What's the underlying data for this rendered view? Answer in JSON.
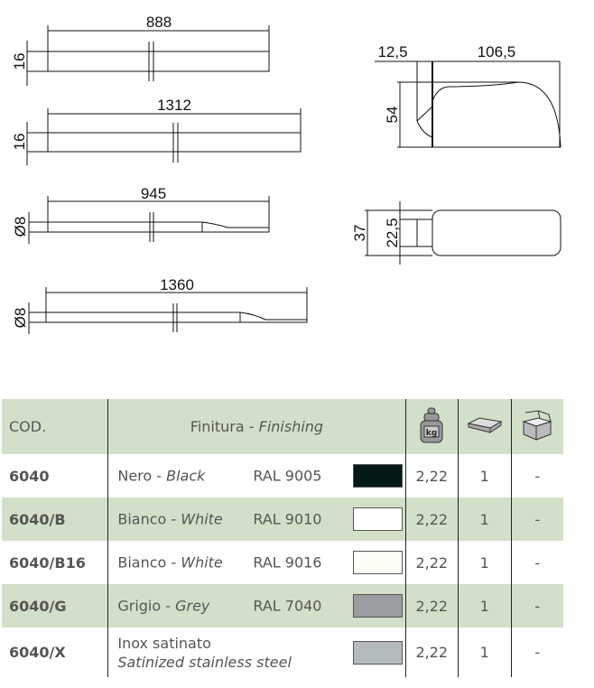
{
  "drawings": {
    "bar1": {
      "length": "888",
      "height": "16"
    },
    "bar2": {
      "length": "1312",
      "height": "16"
    },
    "bar3": {
      "length": "945",
      "diameter": "Ø8"
    },
    "bar4": {
      "length": "1360",
      "diameter": "Ø8"
    },
    "side": {
      "offset": "12,5",
      "length": "106,5",
      "height": "54"
    },
    "top": {
      "width": "37",
      "inner": "22,5"
    }
  },
  "table": {
    "headers": {
      "code": "COD.",
      "finish_it": "Finitura",
      "sep": " - ",
      "finish_en": "Finishing",
      "weight_icon": "kg",
      "pack_icon": "box-icon",
      "carton_icon": "open-box-icon"
    },
    "rows": [
      {
        "code": "6040",
        "it": "Nero",
        "en": "Black",
        "ral": "RAL 9005",
        "color": "#041818",
        "weight": "2,22",
        "pack": "1",
        "carton": "-"
      },
      {
        "code": "6040/B",
        "it": "Bianco",
        "en": "White",
        "ral": "RAL 9010",
        "color": "#ffffff",
        "weight": "2,22",
        "pack": "1",
        "carton": "-"
      },
      {
        "code": "6040/B16",
        "it": "Bianco",
        "en": "White",
        "ral": "RAL 9016",
        "color": "#fdfdf6",
        "weight": "2,22",
        "pack": "1",
        "carton": "-"
      },
      {
        "code": "6040/G",
        "it": "Grigio",
        "en": "Grey",
        "ral": "RAL 7040",
        "color": "#9a9ea3",
        "weight": "2,22",
        "pack": "1",
        "carton": "-"
      },
      {
        "code": "6040/X",
        "it": "Inox satinato",
        "en": "Satinized stainless steel",
        "ral": "",
        "color": "#b4bbbd",
        "weight": "2,22",
        "pack": "1",
        "carton": "-"
      }
    ]
  }
}
